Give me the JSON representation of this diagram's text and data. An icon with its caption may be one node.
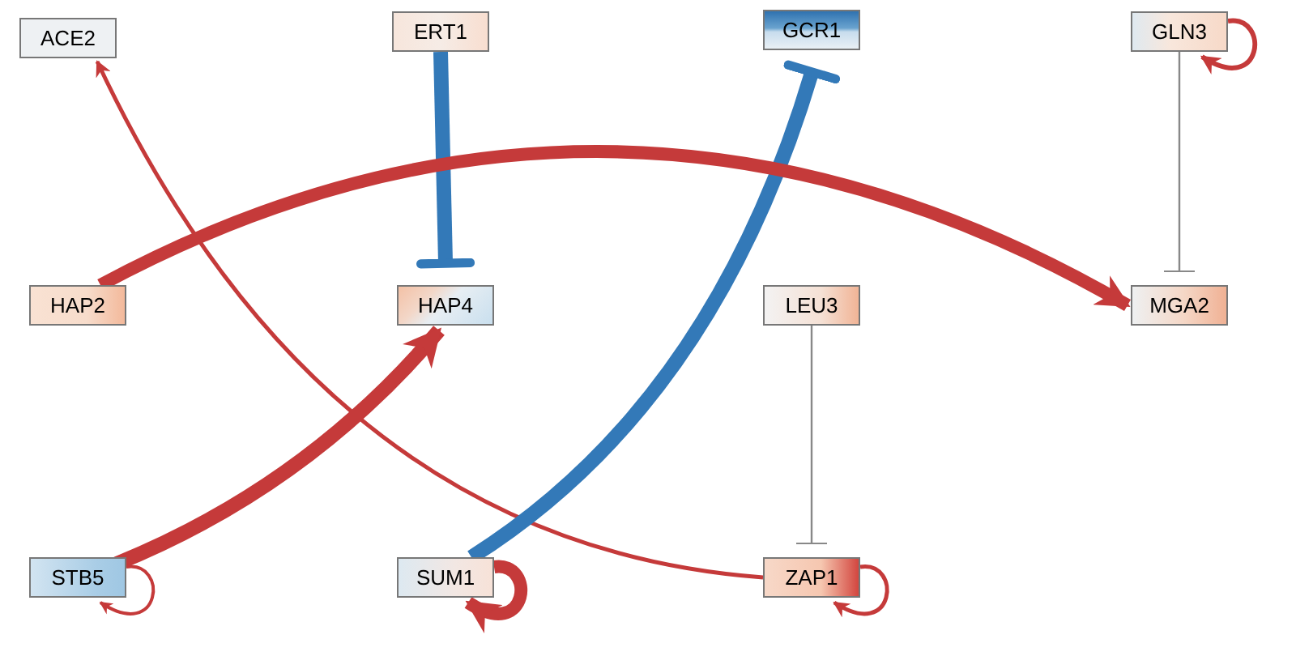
{
  "diagram": {
    "nodes": [
      {
        "text": [
          "ACE2"
        ]
      },
      {
        "text": [
          "ERT1"
        ]
      },
      {
        "text": [
          "GCR1"
        ]
      },
      {
        "text": [
          "GLN3"
        ]
      },
      {
        "text": [
          "HAP2"
        ]
      },
      {
        "text": [
          "HAP4"
        ]
      },
      {
        "text": [
          "LEU3"
        ]
      },
      {
        "text": [
          "MGA2"
        ]
      },
      {
        "text": [
          "STB5"
        ]
      },
      {
        "text": [
          "SUM1"
        ]
      },
      {
        "text": [
          "ZAP1"
        ]
      }
    ],
    "edges": [
      {
        "from": 10,
        "to": 0,
        "arrow": "to"
      },
      {
        "from": 1,
        "to": 5,
        "arrow": "other",
        "style": "thick",
        "color": "#3379b8"
      },
      {
        "from": 9,
        "to": 2,
        "arrow": "other",
        "style": "thick",
        "color": "#3379b8"
      },
      {
        "from": 3,
        "to": 3,
        "arrow": "to"
      },
      {
        "from": 3,
        "to": 7,
        "arrow": "other",
        "color": "#888888"
      },
      {
        "from": 4,
        "to": 7,
        "arrow": "to",
        "style": "thick"
      },
      {
        "from": 6,
        "to": 10,
        "arrow": "other",
        "color": "#888888"
      },
      {
        "from": 8,
        "to": 5,
        "arrow": "to",
        "style": "thick"
      },
      {
        "from": 8,
        "to": 8,
        "arrow": "to"
      },
      {
        "from": 9,
        "to": 9,
        "arrow": "to",
        "style": "thick"
      },
      {
        "from": 10,
        "to": 10,
        "arrow": "to"
      }
    ]
  }
}
